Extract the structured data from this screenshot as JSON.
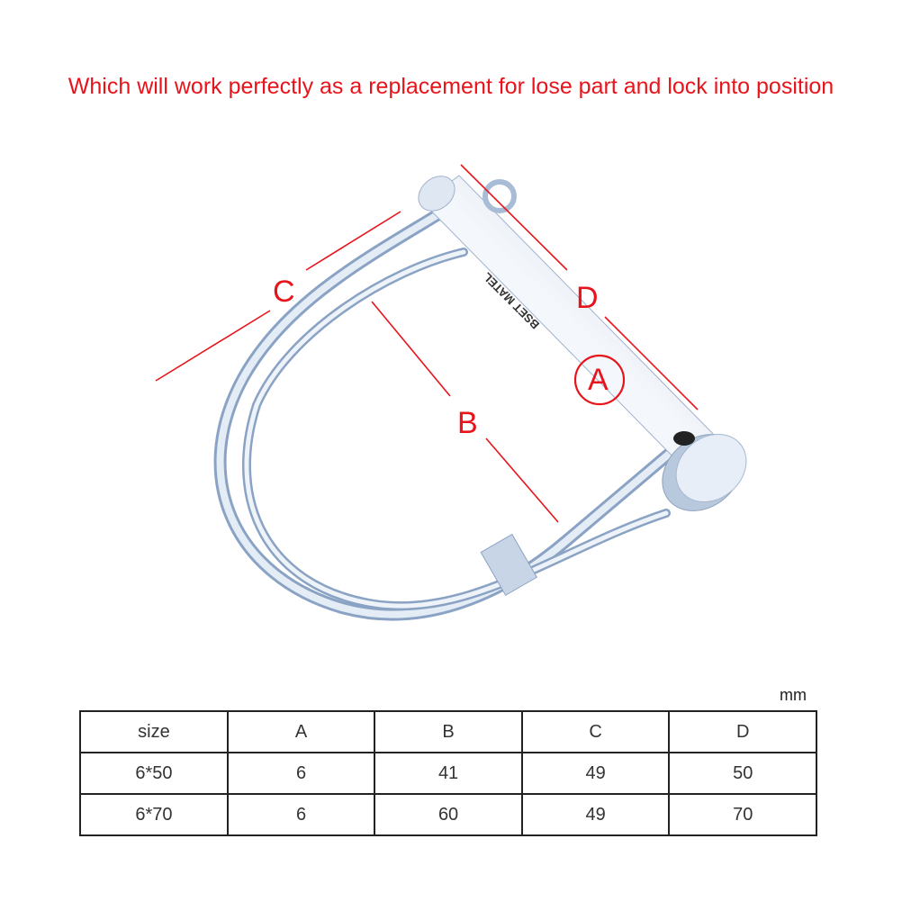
{
  "headline": "Which will work perfectly as a replacement for lose part and lock into position",
  "diagram": {
    "labels": {
      "a": "A",
      "b": "B",
      "c": "C",
      "d": "D"
    },
    "pin_logo_text": "BSET MATEL",
    "accent_color": "#e8141b"
  },
  "table": {
    "unit": "mm",
    "headers": [
      "size",
      "A",
      "B",
      "C",
      "D"
    ],
    "rows": [
      [
        "6*50",
        "6",
        "41",
        "49",
        "50"
      ],
      [
        "6*70",
        "6",
        "60",
        "49",
        "70"
      ]
    ]
  }
}
